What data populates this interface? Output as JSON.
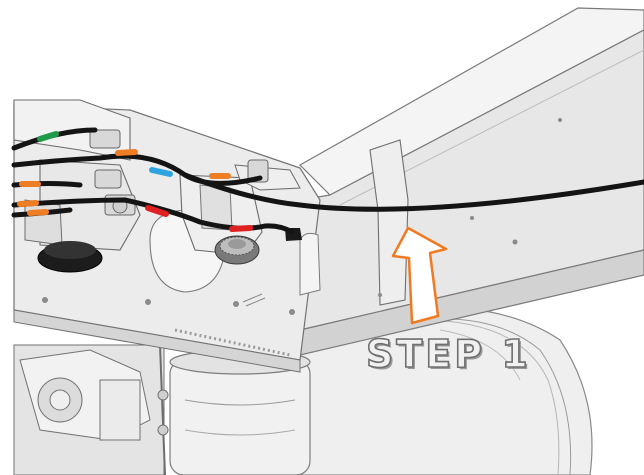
{
  "callout": {
    "step_label": "STEP 1",
    "arrow_fill": "#ffffff",
    "arrow_outline": "#f07a22"
  },
  "colors": {
    "cable": "#141414",
    "band_orange": "#ef7d23",
    "band_blue": "#2fa3df",
    "band_red": "#e02121",
    "band_green": "#1e9a4a",
    "frame_metal": "#e6e6e6",
    "frame_shadow": "#c7c7c7",
    "linework": "#777777"
  },
  "icons": [
    "cable-harness",
    "frame-rail",
    "callout-arrow"
  ]
}
